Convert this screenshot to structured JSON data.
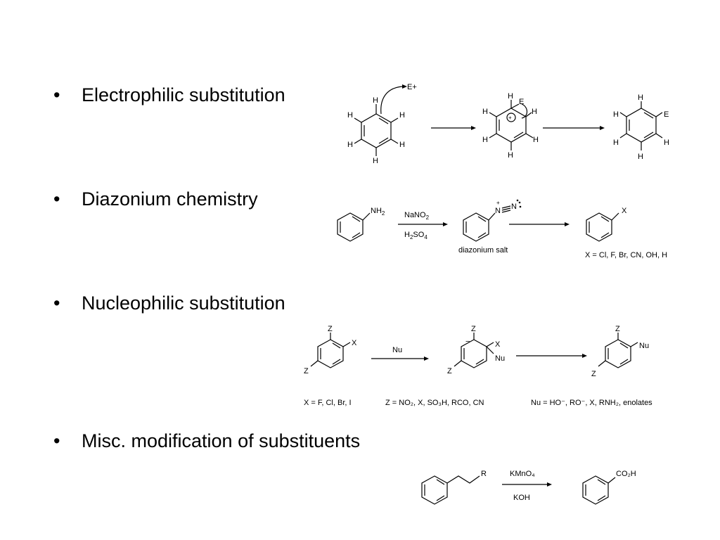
{
  "bullets": [
    {
      "bullet": "•",
      "text": "Electrophilic substitution"
    },
    {
      "bullet": "•",
      "text": "Diazonium chemistry"
    },
    {
      "bullet": "•",
      "text": "Nucleophilic substitution"
    },
    {
      "bullet": "•",
      "text": "Misc. modification of substituents"
    }
  ],
  "electrophilic": {
    "H": "H",
    "E": "E",
    "E_plus": "E+",
    "plus": "+"
  },
  "diazonium": {
    "nh": "NH",
    "sub2": "2",
    "N": "N",
    "reagent_top": "NaNO",
    "reagent_top_sub": "2",
    "reagent_bottom": "H",
    "reagent_bottom_sub1": "2",
    "reagent_bottom_mid": "SO",
    "reagent_bottom_sub2": "4",
    "salt_label": "diazonium salt",
    "X": "X",
    "x_values": "X = Cl, F, Br, CN, OH, H"
  },
  "nucleophilic": {
    "Z": "Z",
    "X": "X",
    "Nu": "Nu",
    "minus": "−",
    "reagent": "Nu",
    "x_values": "X = F, Cl, Br, I",
    "z_values": "Z = NO₂, X, SO₃H, RCO, CN",
    "nu_values": "Nu = HO⁻, RO⁻, X, RNH₂, enolates"
  },
  "misc": {
    "R": "R",
    "reagent_top": "KMnO₄",
    "reagent_bottom": "KOH",
    "product": "CO₂H"
  }
}
